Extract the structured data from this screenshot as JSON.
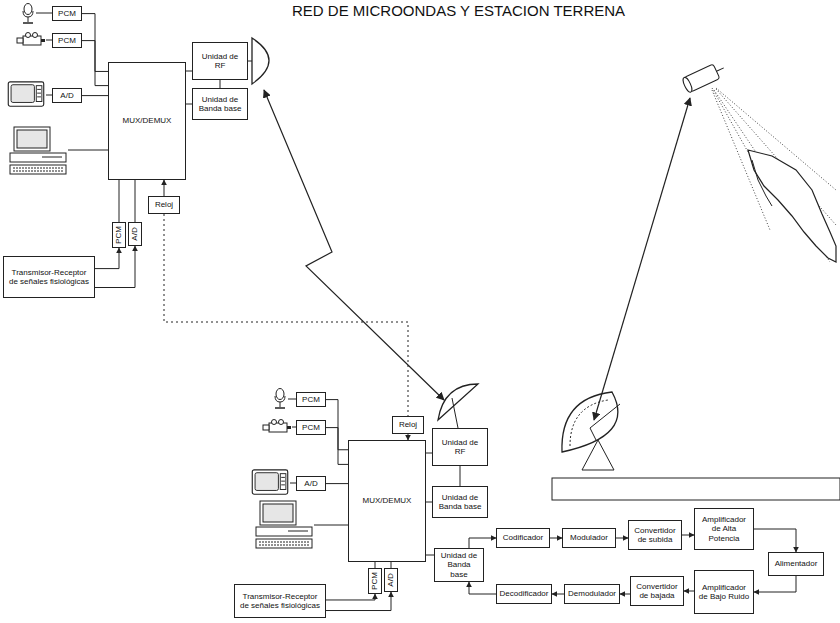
{
  "diagram": {
    "title": "RED DE MICROONDAS Y ESTACION TERRENA",
    "nodes": [
      {
        "text": [
          "PCM"
        ]
      },
      {
        "text": [
          "PCM"
        ]
      },
      {
        "text": [
          "A/D"
        ]
      },
      {
        "text": [
          "MUX/DEMUX"
        ]
      },
      {
        "text": [
          "Unidad de RF"
        ]
      },
      {
        "text": [
          "Unidad de Banda base"
        ]
      },
      {
        "text": [
          "PCM"
        ]
      },
      {
        "text": [
          "A/D"
        ]
      },
      {
        "text": [
          "Transmisor-Receptor de señales fisiológicas"
        ]
      },
      {
        "text": [
          "Reloj"
        ]
      },
      {
        "text": [
          "PCM"
        ]
      },
      {
        "text": [
          "PCM"
        ]
      },
      {
        "text": [
          "A/D"
        ]
      },
      {
        "text": [
          "Reloj"
        ]
      },
      {
        "text": [
          "MUX/DEMUX"
        ]
      },
      {
        "text": [
          "Unidad de RF"
        ]
      },
      {
        "text": [
          "Unidad de Banda base"
        ]
      },
      {
        "text": [
          "PCM"
        ]
      },
      {
        "text": [
          "A/D"
        ]
      },
      {
        "text": [
          "Transmisor-Receptor de señales fisiológicas"
        ]
      },
      {
        "text": [
          "Unidad de Banda base"
        ]
      },
      {
        "text": [
          "Codificador"
        ]
      },
      {
        "text": [
          "Modulador"
        ]
      },
      {
        "text": [
          "Convertidor de subida"
        ]
      },
      {
        "text": [
          "Amplificador de Alta Potencia"
        ]
      },
      {
        "text": [
          "Alimentador"
        ]
      },
      {
        "text": [
          "Decodificador"
        ]
      },
      {
        "text": [
          "Demodulador"
        ]
      },
      {
        "text": [
          "Convertidor de bajada"
        ]
      },
      {
        "text": [
          "Amplificador de Bajo Ruido"
        ]
      }
    ],
    "edges": [
      {
        "from": 0,
        "to": 3,
        "arrow": "none"
      },
      {
        "from": 1,
        "to": 3,
        "arrow": "none"
      },
      {
        "from": 2,
        "to": 3,
        "arrow": "none"
      },
      {
        "from": 3,
        "to": 4,
        "arrow": "none"
      },
      {
        "from": 3,
        "to": 5,
        "arrow": "none"
      },
      {
        "from": 4,
        "to": 5,
        "arrow": "none"
      },
      {
        "from": 9,
        "to": 3,
        "arrow": "to"
      },
      {
        "from": 6,
        "to": 3,
        "arrow": "none"
      },
      {
        "from": 7,
        "to": 3,
        "arrow": "none"
      },
      {
        "from": 8,
        "to": 6,
        "arrow": "to"
      },
      {
        "from": 8,
        "to": 7,
        "arrow": "to"
      },
      {
        "from": 10,
        "to": 14,
        "arrow": "none"
      },
      {
        "from": 11,
        "to": 14,
        "arrow": "none"
      },
      {
        "from": 12,
        "to": 14,
        "arrow": "none"
      },
      {
        "from": 14,
        "to": 15,
        "arrow": "none"
      },
      {
        "from": 14,
        "to": 16,
        "arrow": "none"
      },
      {
        "from": 15,
        "to": 16,
        "arrow": "none"
      },
      {
        "from": 13,
        "to": 14,
        "arrow": "to"
      },
      {
        "from": 17,
        "to": 14,
        "arrow": "none"
      },
      {
        "from": 18,
        "to": 14,
        "arrow": "none"
      },
      {
        "from": 19,
        "to": 17,
        "arrow": "to"
      },
      {
        "from": 19,
        "to": 18,
        "arrow": "to"
      },
      {
        "from": 14,
        "to": 20,
        "arrow": "none"
      },
      {
        "from": 20,
        "to": 21,
        "arrow": "to"
      },
      {
        "from": 21,
        "to": 22,
        "arrow": "to"
      },
      {
        "from": 22,
        "to": 23,
        "arrow": "to"
      },
      {
        "from": 23,
        "to": 24,
        "arrow": "to"
      },
      {
        "from": 24,
        "to": 25,
        "arrow": "to"
      },
      {
        "from": 25,
        "to": 29,
        "arrow": "to"
      },
      {
        "from": 29,
        "to": 28,
        "arrow": "to"
      },
      {
        "from": 28,
        "to": 27,
        "arrow": "to"
      },
      {
        "from": 27,
        "to": 26,
        "arrow": "to"
      },
      {
        "from": 26,
        "to": 20,
        "arrow": "to"
      },
      {
        "from": 9,
        "to": 13,
        "arrow": "none"
      }
    ]
  }
}
